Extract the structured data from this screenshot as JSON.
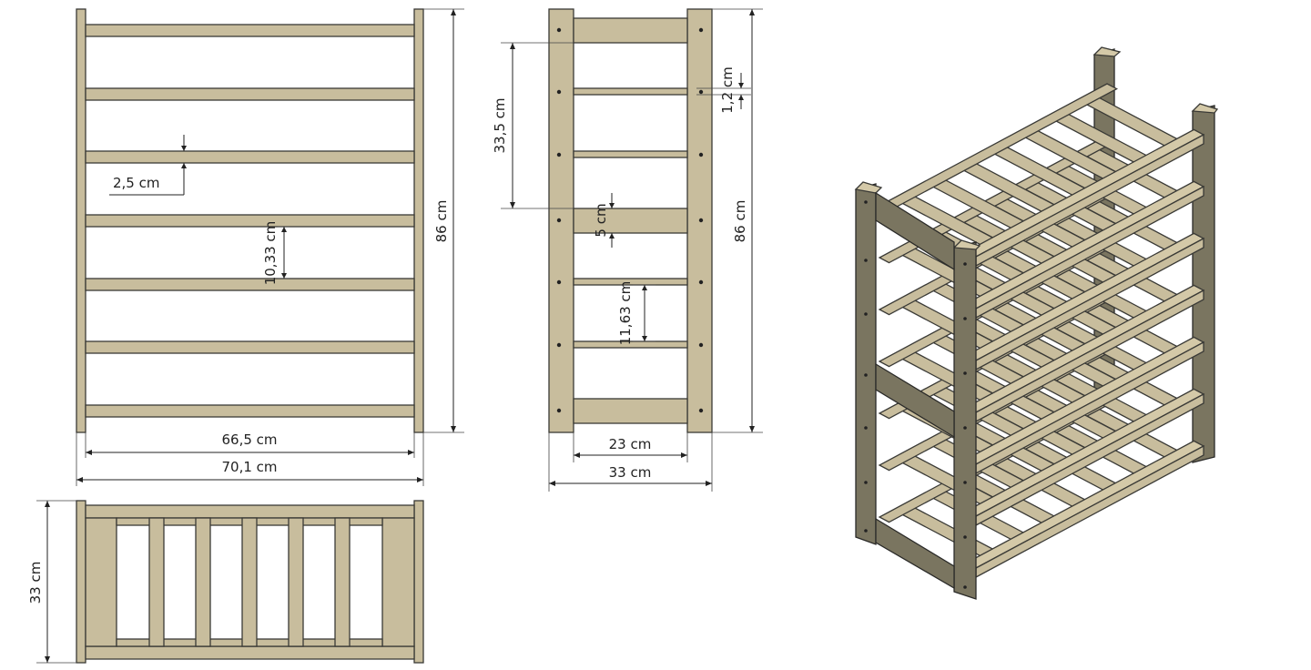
{
  "dimensions": {
    "front_rail_thickness": "2,5 cm",
    "front_rail_spacing": "10,33 cm",
    "front_height": "86 cm",
    "front_inner_width": "66,5 cm",
    "front_outer_width": "70,1 cm",
    "side_top_span": "33,5 cm",
    "side_slat_thickness": "1,2 cm",
    "side_rail_height": "5 cm",
    "side_spacing": "11,63 cm",
    "side_height": "86 cm",
    "side_inner_depth": "23 cm",
    "side_outer_depth": "33 cm",
    "top_depth": "33 cm"
  },
  "colors": {
    "wood": "#c8bd9d",
    "wood_dark": "#7a7560",
    "line": "#3a3a36"
  }
}
